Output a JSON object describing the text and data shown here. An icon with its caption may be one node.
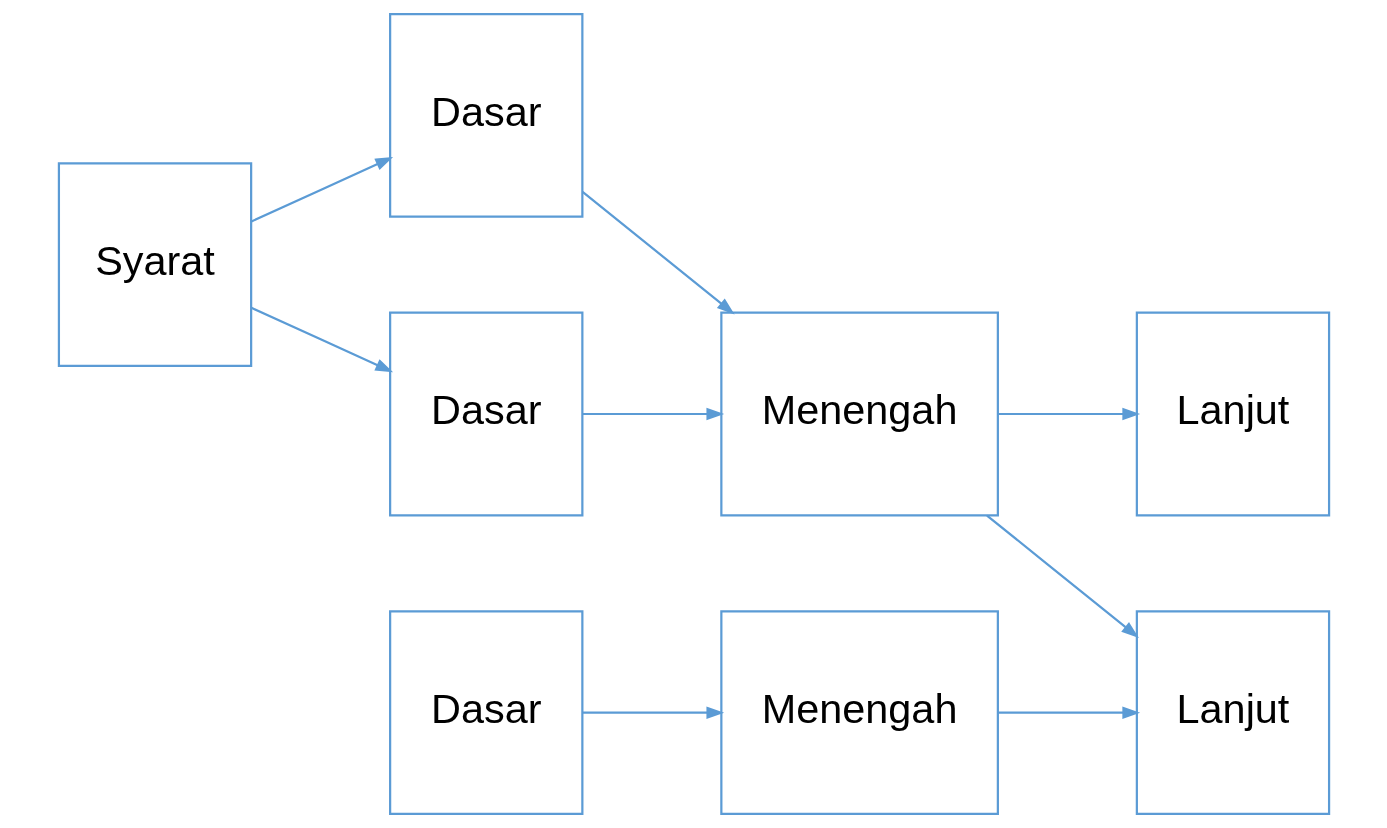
{
  "diagram": {
    "nodes": [
      {
        "text": [
          "Syarat"
        ]
      },
      {
        "text": [
          "Dasar"
        ]
      },
      {
        "text": [
          "Lanjut"
        ]
      },
      {
        "text": [
          "Dasar"
        ]
      },
      {
        "text": [
          "Menengah"
        ]
      },
      {
        "text": [
          "Lanjut"
        ]
      },
      {
        "text": [
          "Dasar"
        ]
      },
      {
        "text": [
          "Menengah"
        ]
      }
    ],
    "edges": [
      {
        "from": 0,
        "to": 1,
        "arrow": "to"
      },
      {
        "from": 0,
        "to": 3,
        "arrow": "to"
      },
      {
        "from": 1,
        "to": 4,
        "arrow": "to"
      },
      {
        "from": 3,
        "to": 4,
        "arrow": "to"
      },
      {
        "from": 4,
        "to": 2,
        "arrow": "to"
      },
      {
        "from": 4,
        "to": 5,
        "arrow": "to"
      },
      {
        "from": 6,
        "to": 7,
        "arrow": "to"
      },
      {
        "from": 7,
        "to": 5,
        "arrow": "to"
      }
    ]
  }
}
